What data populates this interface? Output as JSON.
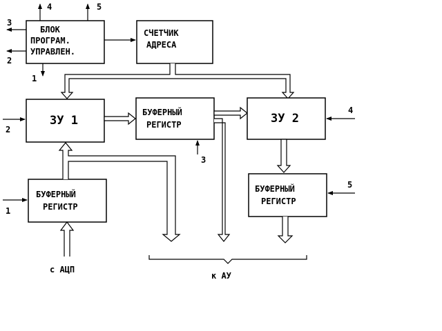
{
  "blocks": {
    "control": {
      "line1": "БЛОК",
      "line2": "ПРОГРАМ.",
      "line3": "УПРАВЛЕН."
    },
    "counter": {
      "line1": "СЧЕТЧИК",
      "line2": "АДРЕСА"
    },
    "zu1": {
      "label": "ЗУ 1"
    },
    "buf_mid": {
      "line1": "БУФЕРНЫЙ",
      "line2": "РЕГИСТР"
    },
    "zu2": {
      "label": "ЗУ 2"
    },
    "buf_left": {
      "line1": "БУФЕРНЫЙ",
      "line2": "РЕГИСТР"
    },
    "buf_right": {
      "line1": "БУФЕРНЫЙ",
      "line2": "РЕГИСТР"
    }
  },
  "signals": {
    "ctrl_out_4": "4",
    "ctrl_out_5": "5",
    "ctrl_out_3": "3",
    "ctrl_out_2": "2",
    "ctrl_out_1": "1",
    "zu1_in": "2",
    "buf_mid_in": "3",
    "zu2_in": "4",
    "buf_left_in": "1",
    "buf_right_in": "5"
  },
  "labels": {
    "adc": "с АЦП",
    "to_au": "к АУ"
  }
}
